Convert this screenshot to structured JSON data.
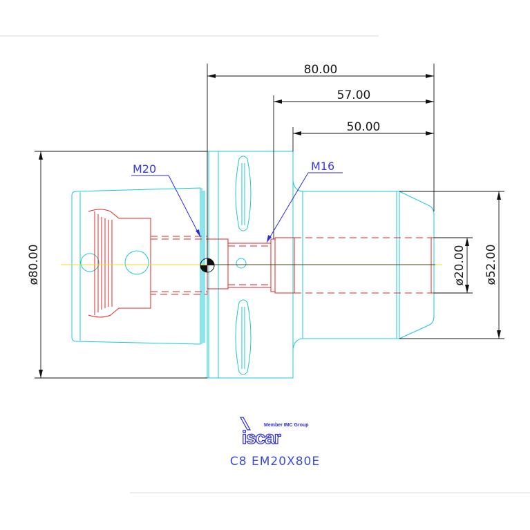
{
  "dimensions": {
    "total_length": "80.00",
    "length_57": "57.00",
    "length_50": "50.00",
    "flange_diameter": "ø80.00",
    "shank_diameter": "ø52.00",
    "bore_diameter": "ø20.00"
  },
  "callouts": {
    "thread_left": "M20",
    "thread_right": "M16"
  },
  "brand": {
    "tagline": "Member IMC Group",
    "logo": "iscar"
  },
  "part_number": "C8 EM20X80E",
  "colors": {
    "outline": "#19c8d8",
    "hidden": "#e02424",
    "dimension": "#111111",
    "annotation": "#2a2ae0",
    "centerline": "#e8e020"
  }
}
